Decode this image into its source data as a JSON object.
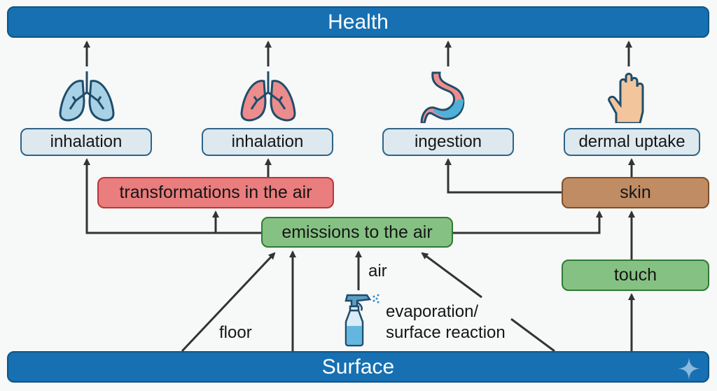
{
  "top_bar": {
    "label": "Health"
  },
  "bottom_bar": {
    "label": "Surface",
    "icon": "sparkle-icon"
  },
  "routes": [
    {
      "label": "inhalation",
      "icon": "lungs-blue-icon"
    },
    {
      "label": "inhalation",
      "icon": "lungs-red-icon"
    },
    {
      "label": "ingestion",
      "icon": "stomach-icon"
    },
    {
      "label": "dermal uptake",
      "icon": "hand-icon"
    }
  ],
  "nodes": {
    "transformations": "transformations in the air",
    "emissions": "emissions to the air",
    "skin": "skin",
    "touch": "touch"
  },
  "edge_labels": {
    "floor": "floor",
    "air": "air",
    "evaporation": "evaporation/",
    "surface_reaction": "surface reaction"
  },
  "colors": {
    "bar": "#1670b2",
    "route_box": "#dde8ef",
    "transformations": "#ea7d7d",
    "emissions": "#86c184",
    "skin": "#c08c63",
    "arrow": "#333333"
  }
}
